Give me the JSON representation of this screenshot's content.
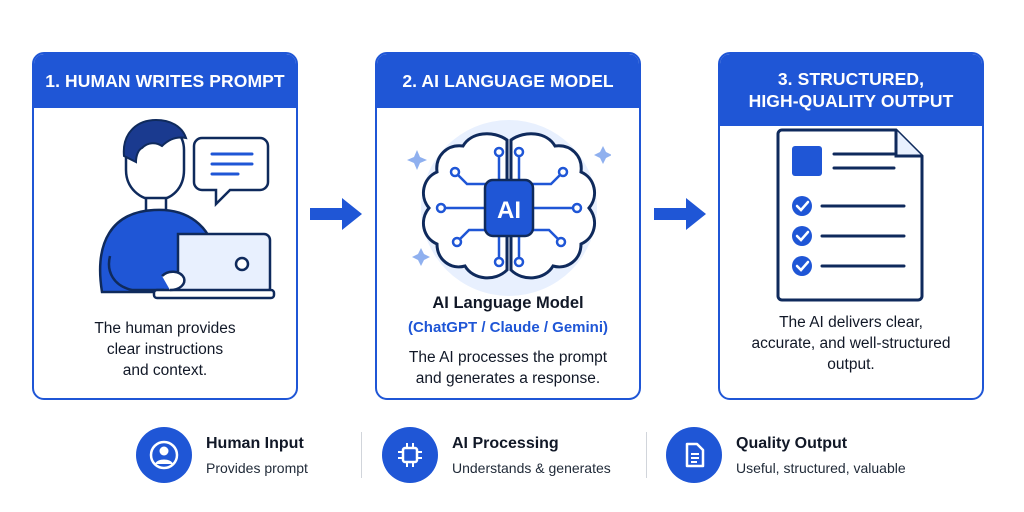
{
  "steps": [
    {
      "header": "1. HUMAN WRITES PROMPT",
      "desc_lines": [
        "The human provides",
        "clear instructions",
        "and context."
      ]
    },
    {
      "header": "2. AI LANGUAGE MODEL",
      "badge": "AI",
      "model_title": "AI Language Model",
      "model_subtitle": "(ChatGPT / Claude / Gemini)",
      "desc_lines": [
        "The AI processes the prompt",
        "and generates a response."
      ]
    },
    {
      "header_lines": [
        "3. STRUCTURED,",
        "HIGH-QUALITY OUTPUT"
      ],
      "desc_lines": [
        "The AI delivers clear,",
        "accurate, and well-structured",
        "output."
      ]
    }
  ],
  "legend": [
    {
      "icon": "user-icon",
      "title": "Human Input",
      "desc": "Provides prompt"
    },
    {
      "icon": "chip-icon",
      "title": "AI Processing",
      "desc": "Understands & generates"
    },
    {
      "icon": "document-icon",
      "title": "Quality Output",
      "desc": "Useful, structured, valuable"
    }
  ],
  "colors": {
    "accent": "#1f56d6",
    "light_accent": "#e8f0fe",
    "dark": "#0f2a5c"
  }
}
